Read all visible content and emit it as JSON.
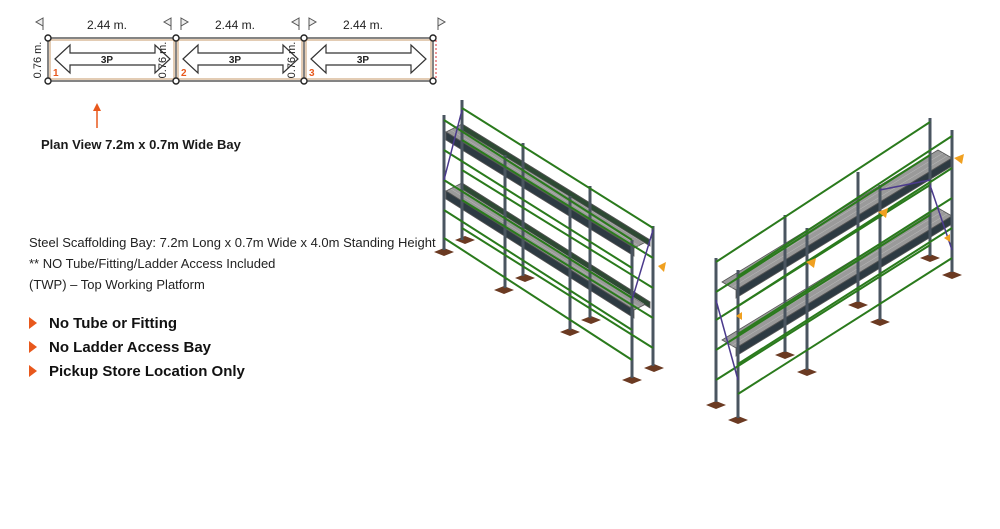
{
  "plan": {
    "bay_widths": [
      "2.44 m.",
      "2.44 m.",
      "2.44 m."
    ],
    "depth_label": "0.76 m.",
    "inner_depth_labels": [
      "0.76 m.",
      "0.76 m."
    ],
    "bays": [
      {
        "number": "1",
        "label": "3P"
      },
      {
        "number": "2",
        "label": "3P"
      },
      {
        "number": "3",
        "label": "3P"
      }
    ],
    "caption": "Plan View 7.2m x 0.7m Wide Bay"
  },
  "description": {
    "line1": "Steel Scaffolding Bay: 7.2m Long x 0.7m Wide x 4.0m Standing Height",
    "line2": "** NO Tube/Fitting/Ladder Access Included",
    "line3": "(TWP) – Top Working Platform"
  },
  "bullets": [
    "No Tube or Fitting",
    "No Ladder Access Bay",
    "Pickup Store Location Only"
  ],
  "colors": {
    "accent": "#e8581c",
    "ledger_green": "#2a7a1c",
    "standard_steel": "#4a5560",
    "brace_purple": "#4b3a8c",
    "deck_grey": "#9a9a9a",
    "base_plate": "#6b3a22"
  }
}
